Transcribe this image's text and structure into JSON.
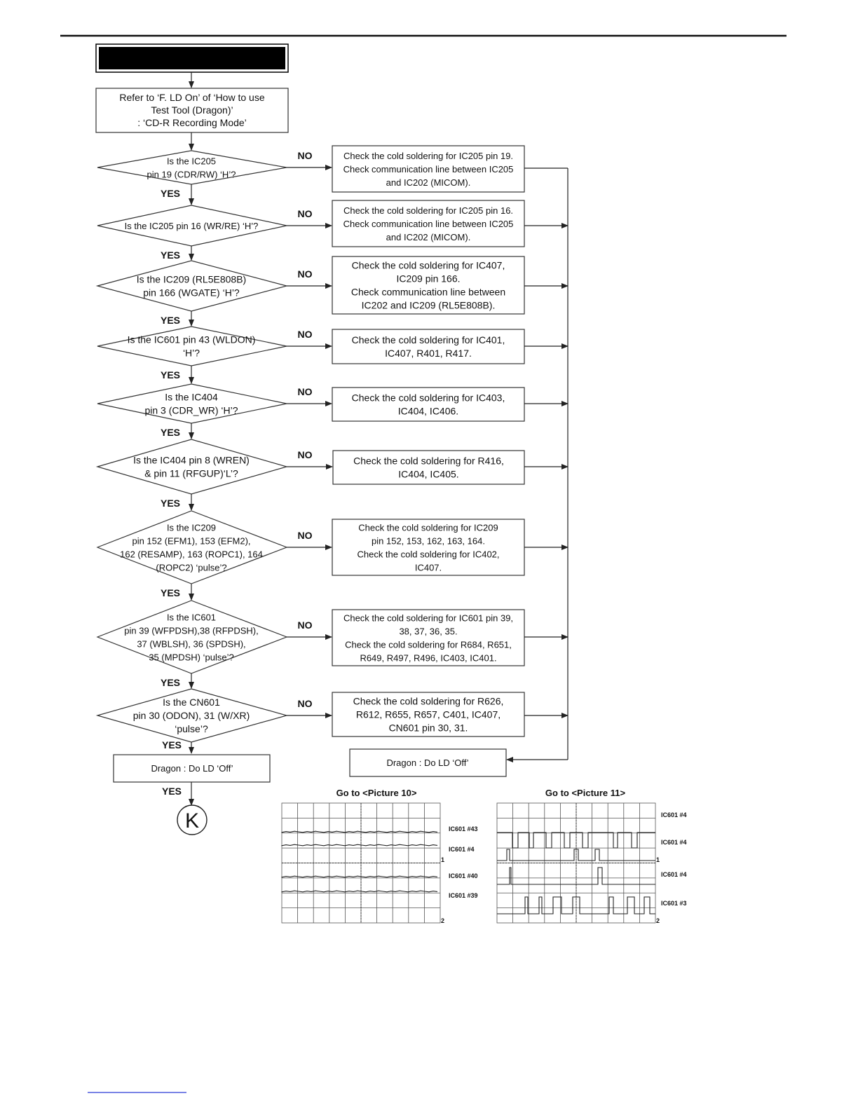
{
  "start": {
    "text": "Refer to ‘F. LD On’ of ‘How to use\nTest Tool (Dragon)’\n: ‘CD-R Recording Mode’"
  },
  "decisions": [
    {
      "text": "Is the IC205\npin 19 (CDR/RW) ‘H’?",
      "yes": "YES",
      "no": "NO",
      "action": "Check the cold soldering for IC205 pin 19.\nCheck communication line between IC205\nand IC202 (MICOM)."
    },
    {
      "text": "Is the IC205 pin 16 (WR/RE) ‘H’?",
      "yes": "YES",
      "no": "NO",
      "action": "Check the cold soldering for IC205 pin 16.\nCheck communication line between IC205\nand IC202 (MICOM)."
    },
    {
      "text": "Is the IC209 (RL5E808B)\npin 166 (WGATE) ‘H’?",
      "yes": "YES",
      "no": "NO",
      "action": "Check the cold soldering for IC407,\nIC209 pin 166.\nCheck communication line between\nIC202 and IC209 (RL5E808B)."
    },
    {
      "text": "Is the IC601 pin 43 (WLDON)\n‘H’?",
      "yes": "YES",
      "no": "NO",
      "action": "Check the cold soldering for IC401,\nIC407, R401, R417."
    },
    {
      "text": "Is the IC404\npin 3 (CDR_WR) ‘H’?",
      "yes": "YES",
      "no": "NO",
      "action": "Check the cold soldering for IC403,\nIC404, IC406."
    },
    {
      "text": "Is the IC404 pin 8 (WREN)\n& pin 11 (RFGUP)‘L’?",
      "yes": "YES",
      "no": "NO",
      "action": "Check the cold soldering for R416,\nIC404, IC405."
    },
    {
      "text": "Is the IC209\npin 152 (EFM1), 153 (EFM2),\n162 (RESAMP), 163 (ROPC1), 164\n(ROPC2) ‘pulse’?",
      "yes": "YES",
      "no": "NO",
      "action": "Check the cold soldering for IC209\npin 152, 153, 162, 163, 164.\nCheck the cold soldering for IC402,\nIC407."
    },
    {
      "text": "Is the IC601\npin 39 (WFPDSH),38 (RFPDSH),\n37 (WBLSH), 36 (SPDSH),\n35 (MPDSH) ‘pulse’?",
      "yes": "YES",
      "no": "NO",
      "action": "Check the cold soldering for IC601 pin 39,\n38, 37, 36, 35.\nCheck the cold soldering for R684, R651,\nR649, R497, R496, IC403, IC401."
    },
    {
      "text": "Is the CN601\npin 30 (ODON), 31 (W/XR)\n‘pulse’?",
      "yes": "YES",
      "no": "NO",
      "action": "Check the cold soldering for R626,\nR612, R655, R657, C401, IC407,\nCN601 pin 30, 31."
    }
  ],
  "end_left": {
    "text": "Dragon : Do LD ‘Off’",
    "yes": "YES"
  },
  "end_right": {
    "text": "Dragon : Do LD ‘Off’"
  },
  "connector": {
    "label": "K"
  },
  "pictures": [
    {
      "title": "Go to <Picture 10>",
      "labels": [
        "IC601 #43",
        "IC601 #4",
        "IC601 #40",
        "IC601 #39"
      ],
      "markers": [
        "1",
        "2"
      ]
    },
    {
      "title": "Go to <Picture 11>",
      "labels": [
        "IC601 #4",
        "IC601 #4",
        "IC601 #4",
        "IC601 #3"
      ],
      "markers": [
        "1",
        "2"
      ]
    }
  ],
  "colors": {
    "line": "#222222",
    "title_bar": "#000000"
  }
}
